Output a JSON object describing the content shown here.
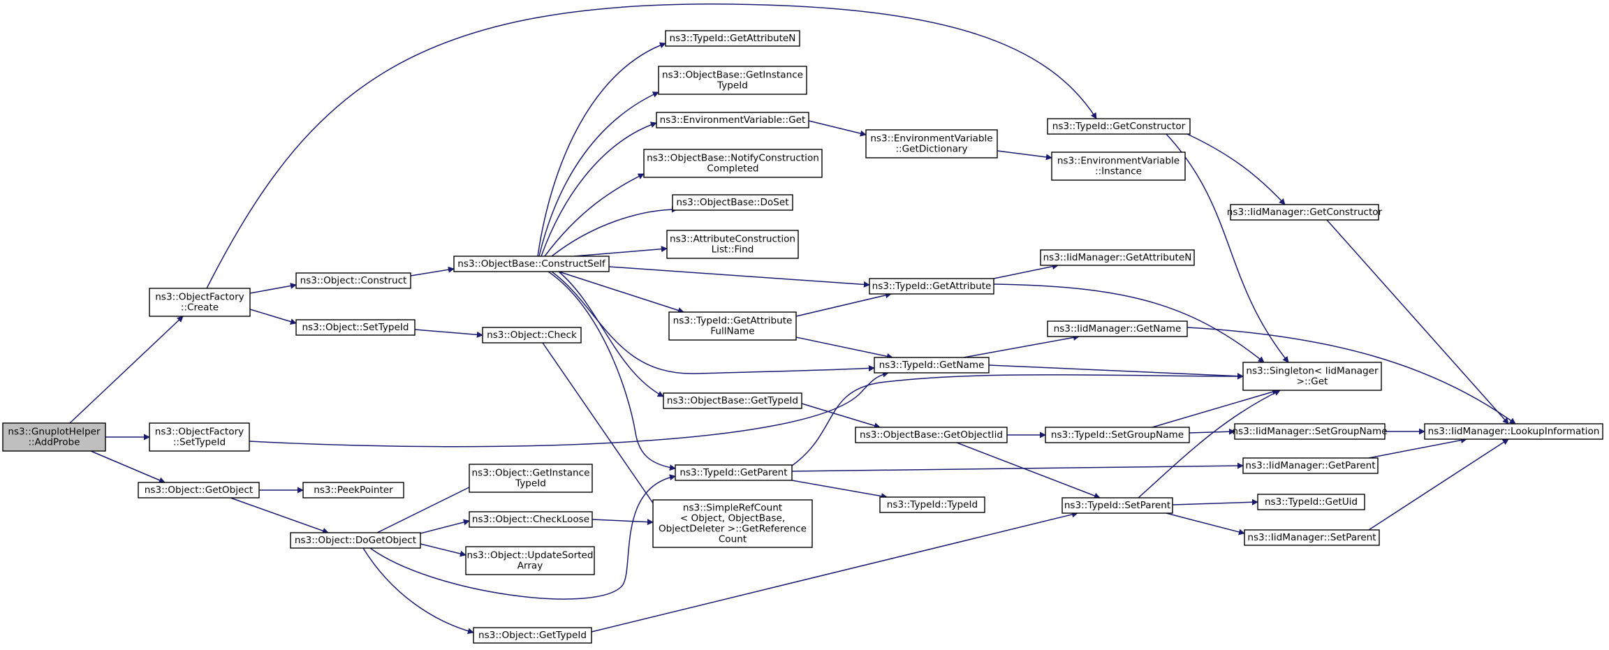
{
  "graph": {
    "root": "addprobe",
    "style": {
      "edge_color": "#191970",
      "root_fill": "#bfbfbf",
      "node_fill": "#ffffff",
      "node_stroke": "#000000"
    },
    "nodes": [
      {
        "id": "addprobe",
        "lines": [
          "ns3::GnuplotHelper",
          "::AddProbe"
        ]
      },
      {
        "id": "factory-create",
        "lines": [
          "ns3::ObjectFactory",
          "::Create"
        ]
      },
      {
        "id": "factory-settypeid",
        "lines": [
          "ns3::ObjectFactory",
          "::SetTypeId"
        ]
      },
      {
        "id": "object-getobject",
        "lines": [
          "ns3::Object::GetObject"
        ]
      },
      {
        "id": "object-construct",
        "lines": [
          "ns3::Object::Construct"
        ]
      },
      {
        "id": "object-settypeid",
        "lines": [
          "ns3::Object::SetTypeId"
        ]
      },
      {
        "id": "peekpointer",
        "lines": [
          "ns3::PeekPointer"
        ]
      },
      {
        "id": "object-dogetobject",
        "lines": [
          "ns3::Object::DoGetObject"
        ]
      },
      {
        "id": "objectbase-constructself",
        "lines": [
          "ns3::ObjectBase::ConstructSelf"
        ]
      },
      {
        "id": "object-check",
        "lines": [
          "ns3::Object::Check"
        ]
      },
      {
        "id": "object-getinstancetypeid",
        "lines": [
          "ns3::Object::GetInstance",
          "TypeId"
        ]
      },
      {
        "id": "object-checkloose",
        "lines": [
          "ns3::Object::CheckLoose"
        ]
      },
      {
        "id": "object-updatesortedarray",
        "lines": [
          "ns3::Object::UpdateSorted",
          "Array"
        ]
      },
      {
        "id": "object-gettypeid",
        "lines": [
          "ns3::Object::GetTypeId"
        ]
      },
      {
        "id": "typeid-getattributen",
        "lines": [
          "ns3::TypeId::GetAttributeN"
        ]
      },
      {
        "id": "objectbase-getinstancetypeid",
        "lines": [
          "ns3::ObjectBase::GetInstance",
          "TypeId"
        ]
      },
      {
        "id": "envvar-get",
        "lines": [
          "ns3::EnvironmentVariable::Get"
        ]
      },
      {
        "id": "objectbase-notifyconstructioncompleted",
        "lines": [
          "ns3::ObjectBase::NotifyConstruction",
          "Completed"
        ]
      },
      {
        "id": "objectbase-doset",
        "lines": [
          "ns3::ObjectBase::DoSet"
        ]
      },
      {
        "id": "attributeconstructionlist-find",
        "lines": [
          "ns3::AttributeConstruction",
          "List::Find"
        ]
      },
      {
        "id": "typeid-getattributefullname",
        "lines": [
          "ns3::TypeId::GetAttribute",
          "FullName"
        ]
      },
      {
        "id": "objectbase-gettypeid",
        "lines": [
          "ns3::ObjectBase::GetTypeId"
        ]
      },
      {
        "id": "typeid-getparent",
        "lines": [
          "ns3::TypeId::GetParent"
        ]
      },
      {
        "id": "simplerefcount-getreferencecount",
        "lines": [
          "ns3::SimpleRefCount",
          "< Object, ObjectBase,",
          "ObjectDeleter >::GetReference",
          "Count"
        ]
      },
      {
        "id": "envvar-getdictionary",
        "lines": [
          "ns3::EnvironmentVariable",
          "::GetDictionary"
        ]
      },
      {
        "id": "typeid-getattribute",
        "lines": [
          "ns3::TypeId::GetAttribute"
        ]
      },
      {
        "id": "typeid-getname",
        "lines": [
          "ns3::TypeId::GetName"
        ]
      },
      {
        "id": "objectbase-getobjectiid",
        "lines": [
          "ns3::ObjectBase::GetObjectIid"
        ]
      },
      {
        "id": "typeid-typeid",
        "lines": [
          "ns3::TypeId::TypeId"
        ]
      },
      {
        "id": "typeid-getconstructor",
        "lines": [
          "ns3::TypeId::GetConstructor"
        ]
      },
      {
        "id": "envvar-instance",
        "lines": [
          "ns3::EnvironmentVariable",
          "::Instance"
        ]
      },
      {
        "id": "iidmanager-getattributen",
        "lines": [
          "ns3::IidManager::GetAttributeN"
        ]
      },
      {
        "id": "iidmanager-getname",
        "lines": [
          "ns3::IidManager::GetName"
        ]
      },
      {
        "id": "typeid-setgroupname",
        "lines": [
          "ns3::TypeId::SetGroupName"
        ]
      },
      {
        "id": "typeid-setparent",
        "lines": [
          "ns3::TypeId::SetParent"
        ]
      },
      {
        "id": "iidmanager-getconstructor",
        "lines": [
          "ns3::IidManager::GetConstructor"
        ]
      },
      {
        "id": "singleton-get",
        "lines": [
          "ns3::Singleton< IidManager",
          ">::Get"
        ]
      },
      {
        "id": "iidmanager-setgroupname",
        "lines": [
          "ns3::IidManager::SetGroupName"
        ]
      },
      {
        "id": "iidmanager-getparent",
        "lines": [
          "ns3::IidManager::GetParent"
        ]
      },
      {
        "id": "typeid-getuid",
        "lines": [
          "ns3::TypeId::GetUid"
        ]
      },
      {
        "id": "iidmanager-setparent",
        "lines": [
          "ns3::IidManager::SetParent"
        ]
      },
      {
        "id": "iidmanager-lookupinformation",
        "lines": [
          "ns3::IidManager::LookupInformation"
        ]
      }
    ],
    "edges": [
      {
        "from": "addprobe",
        "to": "factory-create"
      },
      {
        "from": "addprobe",
        "to": "factory-settypeid"
      },
      {
        "from": "addprobe",
        "to": "object-getobject"
      },
      {
        "from": "factory-create",
        "to": "typeid-getconstructor"
      },
      {
        "from": "factory-create",
        "to": "object-construct"
      },
      {
        "from": "factory-create",
        "to": "object-settypeid"
      },
      {
        "from": "factory-settypeid",
        "to": "typeid-getname"
      },
      {
        "from": "object-getobject",
        "to": "peekpointer"
      },
      {
        "from": "object-getobject",
        "to": "object-dogetobject"
      },
      {
        "from": "object-construct",
        "to": "objectbase-constructself"
      },
      {
        "from": "object-settypeid",
        "to": "object-check"
      },
      {
        "from": "object-check",
        "to": "simplerefcount-getreferencecount"
      },
      {
        "from": "object-dogetobject",
        "to": "object-getinstancetypeid"
      },
      {
        "from": "object-dogetobject",
        "to": "object-checkloose"
      },
      {
        "from": "object-dogetobject",
        "to": "object-updatesortedarray"
      },
      {
        "from": "object-dogetobject",
        "to": "object-gettypeid"
      },
      {
        "from": "object-dogetobject",
        "to": "typeid-getparent"
      },
      {
        "from": "object-checkloose",
        "to": "simplerefcount-getreferencecount"
      },
      {
        "from": "object-gettypeid",
        "to": "typeid-setparent"
      },
      {
        "from": "objectbase-constructself",
        "to": "typeid-getattributen"
      },
      {
        "from": "objectbase-constructself",
        "to": "objectbase-getinstancetypeid"
      },
      {
        "from": "objectbase-constructself",
        "to": "envvar-get"
      },
      {
        "from": "objectbase-constructself",
        "to": "objectbase-notifyconstructioncompleted"
      },
      {
        "from": "objectbase-constructself",
        "to": "objectbase-doset"
      },
      {
        "from": "objectbase-constructself",
        "to": "attributeconstructionlist-find"
      },
      {
        "from": "objectbase-constructself",
        "to": "typeid-getattribute"
      },
      {
        "from": "objectbase-constructself",
        "to": "typeid-getattributefullname"
      },
      {
        "from": "objectbase-constructself",
        "to": "typeid-getname"
      },
      {
        "from": "objectbase-constructself",
        "to": "objectbase-gettypeid"
      },
      {
        "from": "objectbase-constructself",
        "to": "typeid-getparent"
      },
      {
        "from": "envvar-get",
        "to": "envvar-getdictionary"
      },
      {
        "from": "envvar-getdictionary",
        "to": "envvar-instance"
      },
      {
        "from": "typeid-getattributefullname",
        "to": "typeid-getattribute"
      },
      {
        "from": "typeid-getattributefullname",
        "to": "typeid-getname"
      },
      {
        "from": "objectbase-gettypeid",
        "to": "objectbase-getobjectiid"
      },
      {
        "from": "typeid-getparent",
        "to": "singleton-get"
      },
      {
        "from": "typeid-getparent",
        "to": "iidmanager-getparent"
      },
      {
        "from": "typeid-getparent",
        "to": "typeid-typeid"
      },
      {
        "from": "typeid-getattribute",
        "to": "iidmanager-getattributen"
      },
      {
        "from": "typeid-getattribute",
        "to": "singleton-get"
      },
      {
        "from": "typeid-getname",
        "to": "iidmanager-getname"
      },
      {
        "from": "typeid-getname",
        "to": "singleton-get"
      },
      {
        "from": "objectbase-getobjectiid",
        "to": "typeid-setgroupname"
      },
      {
        "from": "objectbase-getobjectiid",
        "to": "typeid-setparent"
      },
      {
        "from": "typeid-getconstructor",
        "to": "iidmanager-getconstructor"
      },
      {
        "from": "typeid-getconstructor",
        "to": "singleton-get"
      },
      {
        "from": "iidmanager-getname",
        "to": "iidmanager-lookupinformation"
      },
      {
        "from": "typeid-setgroupname",
        "to": "singleton-get"
      },
      {
        "from": "typeid-setgroupname",
        "to": "iidmanager-setgroupname"
      },
      {
        "from": "typeid-setparent",
        "to": "singleton-get"
      },
      {
        "from": "typeid-setparent",
        "to": "typeid-getuid"
      },
      {
        "from": "typeid-setparent",
        "to": "iidmanager-setparent"
      },
      {
        "from": "iidmanager-getconstructor",
        "to": "iidmanager-lookupinformation"
      },
      {
        "from": "iidmanager-setgroupname",
        "to": "iidmanager-lookupinformation"
      },
      {
        "from": "iidmanager-getparent",
        "to": "iidmanager-lookupinformation"
      },
      {
        "from": "iidmanager-setparent",
        "to": "iidmanager-lookupinformation"
      }
    ]
  }
}
